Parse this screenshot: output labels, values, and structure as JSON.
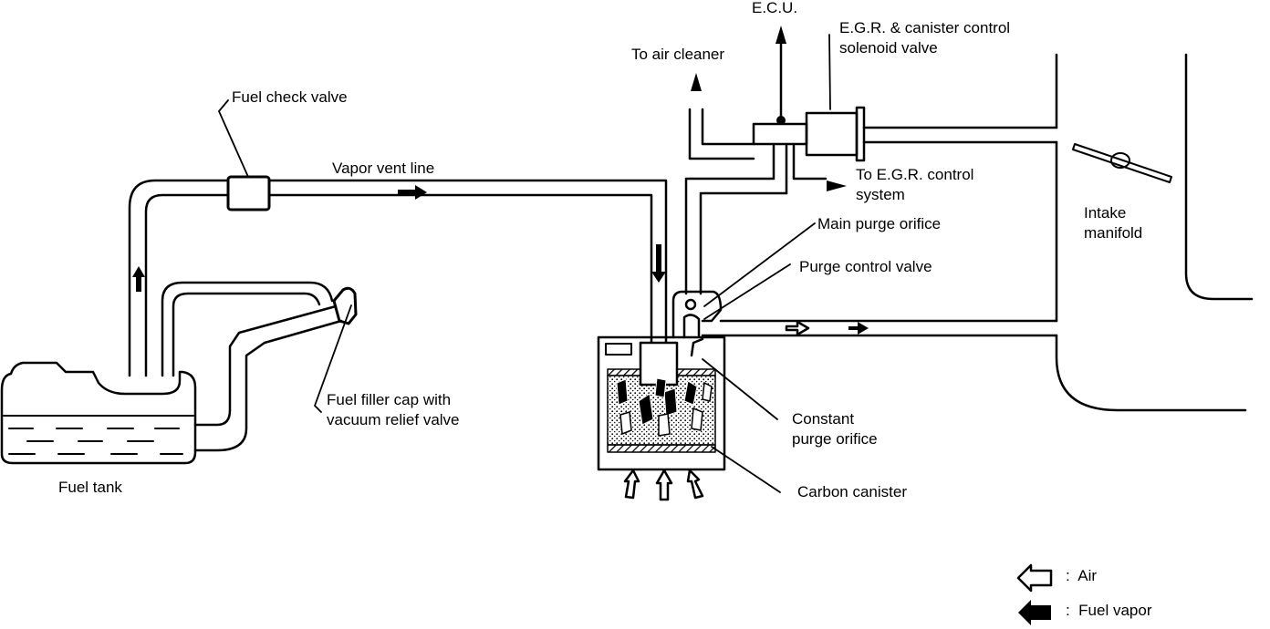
{
  "labels": {
    "ecu": "E.C.U.",
    "solenoid": "E.G.R. & canister control\nsolenoid valve",
    "air_cleaner": "To air cleaner",
    "fuel_check_valve": "Fuel check valve",
    "vapor_vent_line": "Vapor vent line",
    "egr_control": "To E.G.R. control\nsystem",
    "main_purge_orifice": "Main purge orifice",
    "purge_control_valve": "Purge control valve",
    "intake_manifold": "Intake\nmanifold",
    "fuel_filler_cap": "Fuel filler cap with\nvacuum relief valve",
    "constant_purge_orifice": "Constant\npurge orifice",
    "carbon_canister": "Carbon canister",
    "fuel_tank": "Fuel tank"
  },
  "legend": {
    "air": ":  Air",
    "fuel_vapor": ":  Fuel vapor"
  }
}
